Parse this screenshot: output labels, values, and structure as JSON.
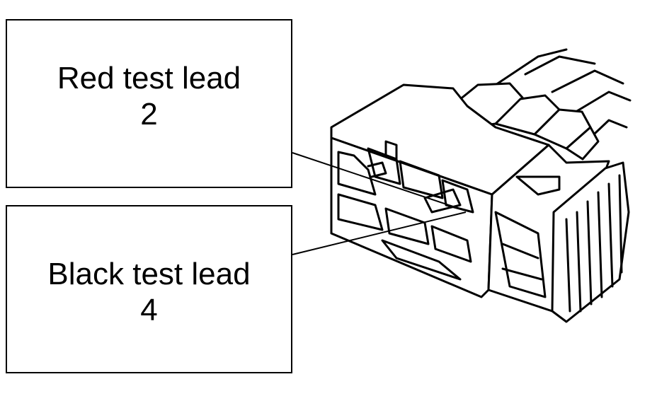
{
  "labels": {
    "red": {
      "text": "Red test lead",
      "pin": "2"
    },
    "black": {
      "text": "Black test lead",
      "pin": "4"
    }
  }
}
